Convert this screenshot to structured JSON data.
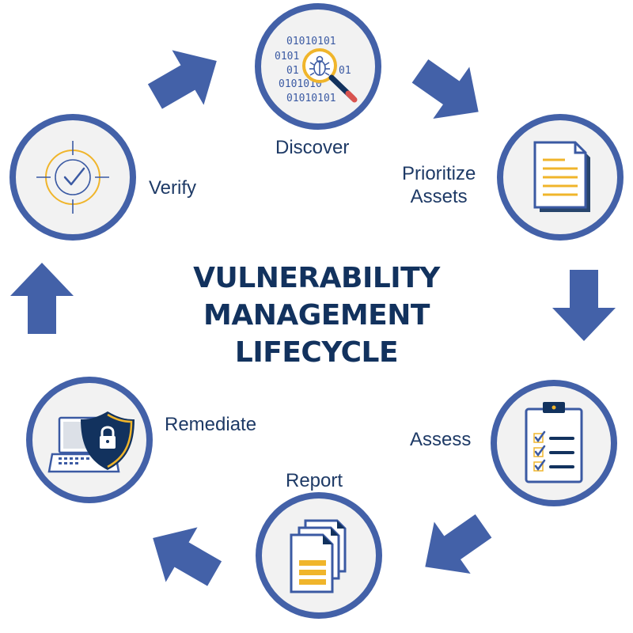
{
  "colors": {
    "primary": "#4361a8",
    "navy": "#12325e",
    "gold": "#f0b52b",
    "circle_fill": "#f2f2f2",
    "icon_stroke": "#3b5aa3",
    "text": "#1e3a66"
  },
  "title": {
    "line1": "VULNERABILITY",
    "line2": "MANAGEMENT",
    "line3": "LIFECYCLE"
  },
  "stages": [
    {
      "id": "discover",
      "label": "Discover",
      "icon": "bug-magnifier-icon"
    },
    {
      "id": "prioritize",
      "label_line1": "Prioritize",
      "label_line2": "Assets",
      "icon": "document-icon"
    },
    {
      "id": "assess",
      "label": "Assess",
      "icon": "clipboard-checklist-icon"
    },
    {
      "id": "report",
      "label": "Report",
      "icon": "stacked-reports-icon"
    },
    {
      "id": "remediate",
      "label": "Remediate",
      "icon": "laptop-shield-lock-icon"
    },
    {
      "id": "verify",
      "label": "Verify",
      "icon": "crosshair-check-icon"
    }
  ],
  "binary_text": [
    "01010101",
    "0101",
    "01",
    "01",
    "0101010",
    "01010101"
  ]
}
